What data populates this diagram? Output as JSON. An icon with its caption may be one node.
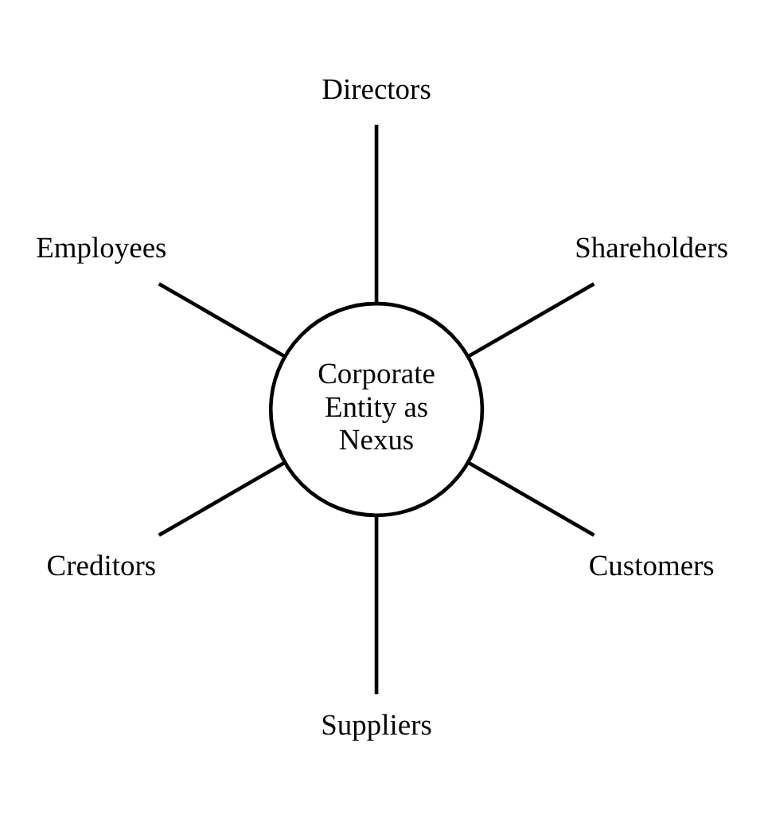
{
  "diagram": {
    "nodes": [
      {
        "text": [
          "Corporate Entity as Nexus"
        ]
      },
      {
        "text": [
          "Shareholders"
        ]
      },
      {
        "text": [
          "Directors"
        ]
      },
      {
        "text": [
          "Employees"
        ]
      },
      {
        "text": [
          "Creditors"
        ]
      },
      {
        "text": [
          "Suppliers"
        ]
      },
      {
        "text": [
          "Customers"
        ]
      }
    ],
    "edges": [
      {
        "from": 0,
        "to": 1,
        "arrow": "none"
      },
      {
        "from": 0,
        "to": 2,
        "arrow": "none"
      },
      {
        "from": 0,
        "to": 3,
        "arrow": "none"
      },
      {
        "from": 0,
        "to": 4,
        "arrow": "none"
      },
      {
        "from": 0,
        "to": 5,
        "arrow": "none"
      },
      {
        "from": 0,
        "to": 6,
        "arrow": "none"
      }
    ]
  }
}
